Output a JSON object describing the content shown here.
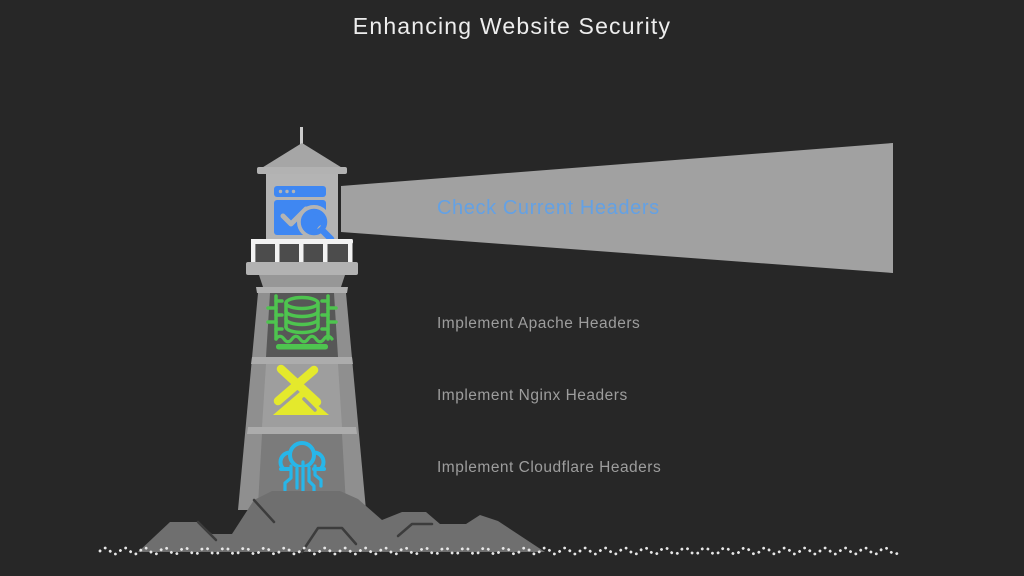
{
  "title": "Enhancing Website Security",
  "beam": {
    "label": "Check Current Headers",
    "text_color": "#64a1e4",
    "fill": "#a1a1a1"
  },
  "lantern": {
    "icon": "browser-check-search-icon",
    "color": "#3f87f2"
  },
  "steps": [
    {
      "label": "Implement Apache Headers",
      "icon": "database-code-icon",
      "color": "#4ec44f"
    },
    {
      "label": "Implement Nginx Headers",
      "icon": "windmill-icon",
      "color": "#e4e92c"
    },
    {
      "label": "Implement Cloudflare Headers",
      "icon": "cloud-circuit-icon",
      "color": "#27b6e9"
    }
  ],
  "colors": {
    "background": "#272727",
    "title_text": "#ededed",
    "step_label_text": "#9d9d9d",
    "lighthouse_light": "#b4b4b4",
    "lighthouse_dark_band": "#575757",
    "rocks": "#6f6f6f",
    "water_dots": "#e6e6e6"
  }
}
